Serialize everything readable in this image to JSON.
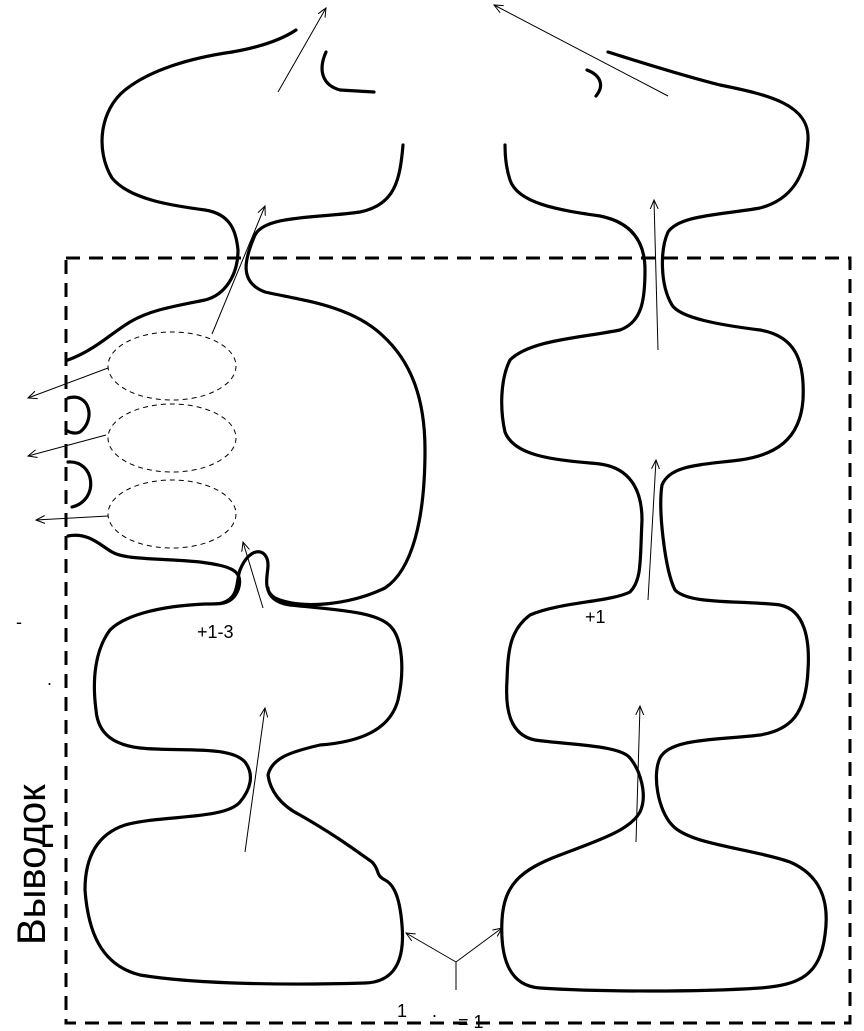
{
  "side_label": "Выводок",
  "labels": {
    "left_growth": "+1-3",
    "right_growth": "+1",
    "bottom_one": "1",
    "bottom_eq": "= 1",
    "dash_mark": "-",
    "dot_mark_a": ".",
    "dot_mark_b": "."
  },
  "colors": {
    "stroke": "#000000",
    "background": "#ffffff"
  }
}
